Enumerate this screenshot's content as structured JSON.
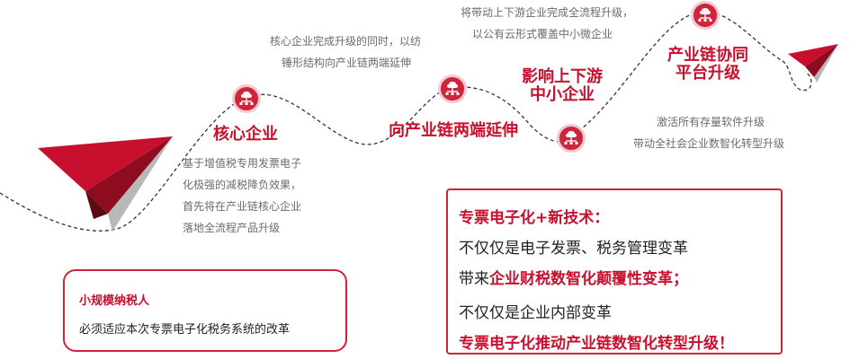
{
  "stages": [
    {
      "title": "核心企业",
      "desc": [
        "基于增值税专用发票电子",
        "化极强的减税降负效果，",
        "首先将在产业链核心企业",
        "落地全流程产品升级"
      ]
    },
    {
      "title": "向产业链两端延伸",
      "desc": [
        "核心企业完成升级的同时，以纺",
        "锤形结构向产业链两端延伸"
      ]
    },
    {
      "title_lines": [
        "影响上下游",
        "中小企业"
      ],
      "desc": [
        "将带动上下游企业完成全流程升级，",
        "以公有云形式覆盖中小微企业"
      ]
    },
    {
      "title_lines": [
        "产业链协同",
        "平台升级"
      ],
      "desc": [
        "激活所有存量软件升级",
        "带动全社会企业数智化转型升级"
      ]
    }
  ],
  "small_taxpayer": {
    "title": "小规模纳税人",
    "text": "必须适应本次专票电子化税务系统的改革"
  },
  "summary": {
    "line1": "专票电子化+新技术：",
    "line2": "不仅仅是电子发票、税务管理变革",
    "line3_prefix": "带来",
    "line3_emph": "企业财税数智化颠覆性变革；",
    "line4": "不仅仅是企业内部变革",
    "line5": "专票电子化推动产业链数智化转型升级！"
  },
  "colors": {
    "accent": "#c8102e",
    "node": "#d0243a",
    "text_gray": "#6b6b6b"
  },
  "icons": [
    "paper-plane-icon",
    "network-node-icon"
  ]
}
